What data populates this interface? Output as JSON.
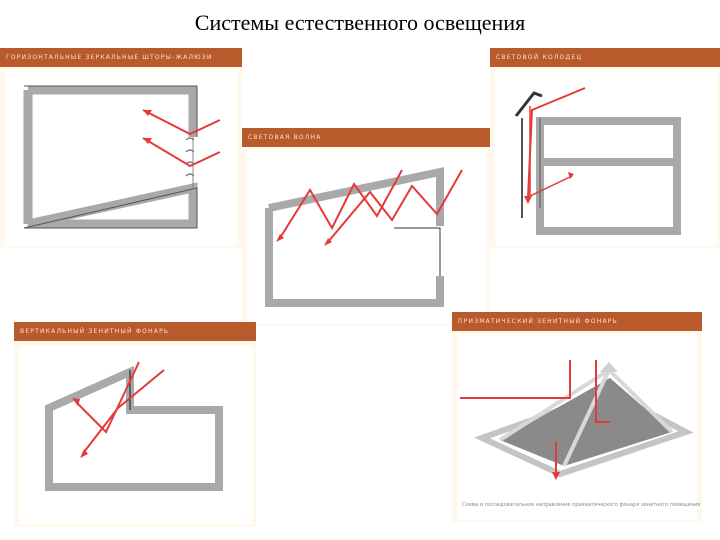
{
  "title": "Системы естественного освещения",
  "panels": {
    "blinds": {
      "header": "ГОРИЗОНТАЛЬНЫЕ ЗЕРКАЛЬНЫЕ ШТОРЫ-ЖАЛЮЗИ"
    },
    "light_well": {
      "header": "СВЕТОВОЙ КОЛОДЕЦ"
    },
    "light_wave": {
      "header": "СВЕТОВАЯ ВОЛНА"
    },
    "vertical_skylight": {
      "header": "ВЕРТИКАЛЬНЫЙ ЗЕНИТНЫЙ ФОНАРЬ"
    },
    "prismatic_skylight": {
      "header": "ПРИЗМАТИЧЕСКИЙ ЗЕНИТНЫЙ ФОНАРЬ",
      "caption": "Схема и последовательное направление призматического фонаря зенитного помещения"
    }
  },
  "colors": {
    "header": "#b85a2b",
    "wall": "#a9a9a9",
    "ray": "#e53a3a"
  }
}
